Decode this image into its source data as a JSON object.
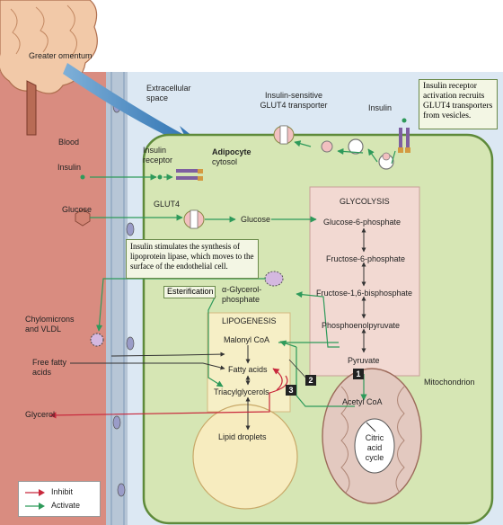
{
  "labels": {
    "greater_omentum": "Greater omentum",
    "extracellular_space": "Extracellular space",
    "blood": "Blood",
    "insulin_left": "Insulin",
    "insulin_receptor": "Insulin receptor",
    "glucose_left": "Glucose",
    "glut4": "GLUT4",
    "glucose_inside": "Glucose",
    "adipocyte": "Adipocyte",
    "cytosol": "cytosol",
    "insulin_sensitive": "Insulin-sensitive GLUT4 transporter",
    "insulin_top": "Insulin",
    "insulin_recruits_note": "Insulin receptor activation recruits GLUT4 transporters from vesicles.",
    "lipase_note": "Insulin stimulates the synthesis of lipoprotein lipase, which moves to the surface of the endothelial cell.",
    "esterification": "Esterification",
    "alpha_glycerol": "α-Glycerol-phosphate",
    "chylomicrons": "Chylomicrons and VLDL",
    "free_fatty": "Free fatty acids",
    "glycerol": "Glycerol",
    "lipogenesis": "LIPOGENESIS",
    "malonyl": "Malonyl CoA",
    "fatty_acids": "Fatty acids",
    "triacylglycerols": "Triacylglycerols",
    "lipid_droplets": "Lipid droplets",
    "glycolysis": "GLYCOLYSIS",
    "g6p": "Glucose-6-phosphate",
    "f6p": "Fructose-6-phosphate",
    "f16bp": "Fructose-1,6-bisphosphate",
    "pep": "Phosphoenolpyruvate",
    "pyruvate": "Pyruvate",
    "mitochondrion": "Mitochondrion",
    "acetyl_coa": "Acetyl CoA",
    "citric_acid": "Citric acid cycle",
    "n1": "1",
    "n2": "2",
    "n3": "3"
  },
  "legend": {
    "inhibit": "Inhibit",
    "activate": "Activate"
  },
  "colors": {
    "blood": "#d98c80",
    "extracellular": "#cfe0ef",
    "endothelium": "#9fb5cf",
    "adipocyte": "#d6e6b4",
    "adipocyte_border": "#5e8a3a",
    "glycolysis_box": "#f2d9d2",
    "lipogenesis_box": "#f6efc6",
    "lipid_droplet": "#f7ecbf",
    "mitochondrion": "#e3c9c0",
    "activate": "#2e9a5a",
    "inhibit": "#c8283c",
    "intestine": "#f2c9a8"
  }
}
